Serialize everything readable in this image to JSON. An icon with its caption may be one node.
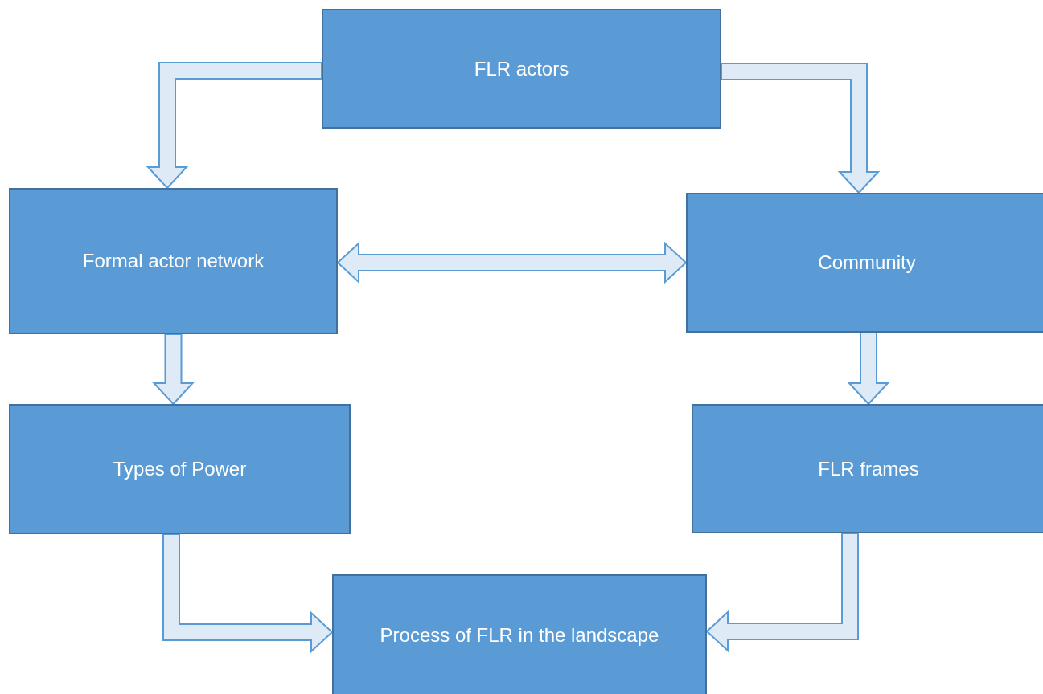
{
  "diagram": {
    "nodes": [
      {
        "text": [
          "FLR actors"
        ]
      },
      {
        "text": [
          "Formal actor network"
        ]
      },
      {
        "text": [
          "Community"
        ]
      },
      {
        "text": [
          "Types of Power"
        ]
      },
      {
        "text": [
          "FLR frames"
        ]
      },
      {
        "text": [
          "Process of FLR in the landscape"
        ]
      }
    ],
    "edges": [
      {
        "from": 0,
        "to": 1,
        "arrow": "to"
      },
      {
        "from": 0,
        "to": 2,
        "arrow": "to"
      },
      {
        "from": 1,
        "to": 2,
        "arrow": "both"
      },
      {
        "from": 1,
        "to": 3,
        "arrow": "to"
      },
      {
        "from": 2,
        "to": 4,
        "arrow": "to"
      },
      {
        "from": 3,
        "to": 5,
        "arrow": "to"
      },
      {
        "from": 4,
        "to": 5,
        "arrow": "to"
      }
    ]
  }
}
